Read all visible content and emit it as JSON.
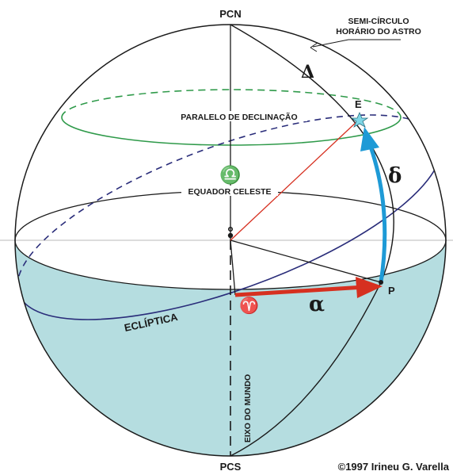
{
  "labels": {
    "north_pole": "PCN",
    "south_pole": "PCS",
    "hour_circle_line1": "SEMI-CÍRCULO",
    "hour_circle_line2": "HORÁRIO DO ASTRO",
    "star": "E",
    "point_p": "P",
    "polar_distance": "Δ",
    "declination": "δ",
    "right_ascension": "α",
    "aries": "♈",
    "libra": "♎",
    "parallel": "PARALELO DE DECLINAÇÃO",
    "equator": "EQUADOR CELESTE",
    "ecliptic": "ECLÍPTICA",
    "axis": "EIXO DO MUNDO",
    "copyright": "©1997 Irineu G. Varella"
  },
  "colors": {
    "sphere_outline": "#1a1a1a",
    "southern_fill": "#b5dde0",
    "parallel": "#2f9a4a",
    "ecliptic": "#2a2d7a",
    "declination_arc": "#1e9ad6",
    "right_ascension_arrow": "#d63020",
    "star_radius": "#d63020",
    "star": "#7fd6e6"
  }
}
